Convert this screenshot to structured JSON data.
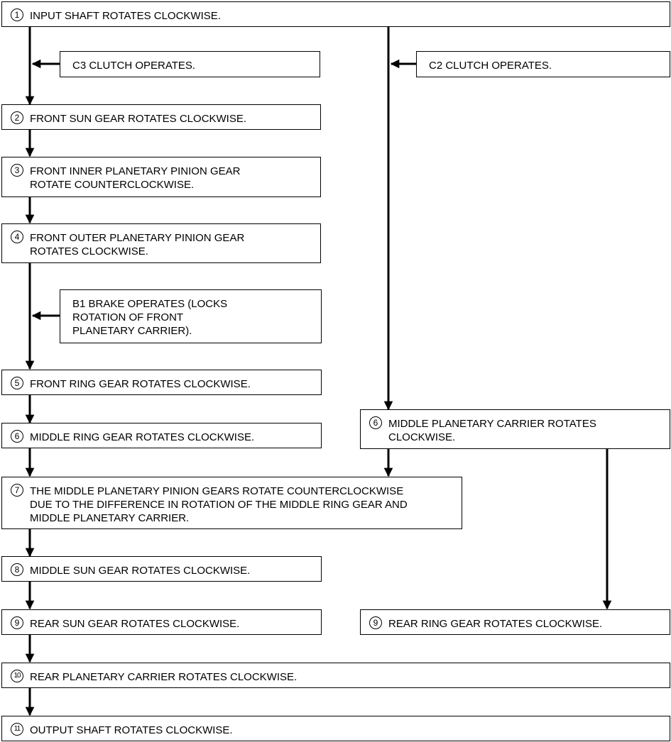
{
  "steps": [
    {
      "id": "s1",
      "num": "1",
      "text": "INPUT SHAFT ROTATES CLOCKWISE."
    },
    {
      "id": "s2",
      "num": "2",
      "text": "FRONT SUN GEAR ROTATES CLOCKWISE."
    },
    {
      "id": "s3",
      "num": "3",
      "text": "FRONT INNER PLANETARY PINION GEAR\nROTATE COUNTERCLOCKWISE."
    },
    {
      "id": "s4",
      "num": "4",
      "text": "FRONT OUTER PLANETARY PINION GEAR\nROTATES CLOCKWISE."
    },
    {
      "id": "s5",
      "num": "5",
      "text": "FRONT RING GEAR ROTATES CLOCKWISE."
    },
    {
      "id": "s6a",
      "num": "6",
      "text": "MIDDLE RING GEAR ROTATES CLOCKWISE."
    },
    {
      "id": "s6b",
      "num": "6",
      "text": "MIDDLE PLANETARY CARRIER ROTATES\nCLOCKWISE."
    },
    {
      "id": "s7",
      "num": "7",
      "text": "THE MIDDLE PLANETARY PINION GEARS ROTATE COUNTERCLOCKWISE\nDUE TO THE DIFFERENCE IN ROTATION OF THE MIDDLE RING GEAR AND\nMIDDLE PLANETARY CARRIER."
    },
    {
      "id": "s8",
      "num": "8",
      "text": "MIDDLE SUN GEAR ROTATES CLOCKWISE."
    },
    {
      "id": "s9a",
      "num": "9",
      "text": "REAR SUN GEAR ROTATES CLOCKWISE."
    },
    {
      "id": "s9b",
      "num": "9",
      "text": "REAR RING GEAR ROTATES CLOCKWISE."
    },
    {
      "id": "s10",
      "num": "10",
      "text": "REAR PLANETARY CARRIER ROTATES CLOCKWISE."
    },
    {
      "id": "s11",
      "num": "11",
      "text": "OUTPUT SHAFT ROTATES CLOCKWISE."
    }
  ],
  "conditions": [
    {
      "id": "c3",
      "text": "C3 CLUTCH OPERATES."
    },
    {
      "id": "c2",
      "text": "C2 CLUTCH OPERATES."
    },
    {
      "id": "b1",
      "text": "B1 BRAKE OPERATES (LOCKS\nROTATION OF FRONT\nPLANETARY CARRIER)."
    }
  ]
}
